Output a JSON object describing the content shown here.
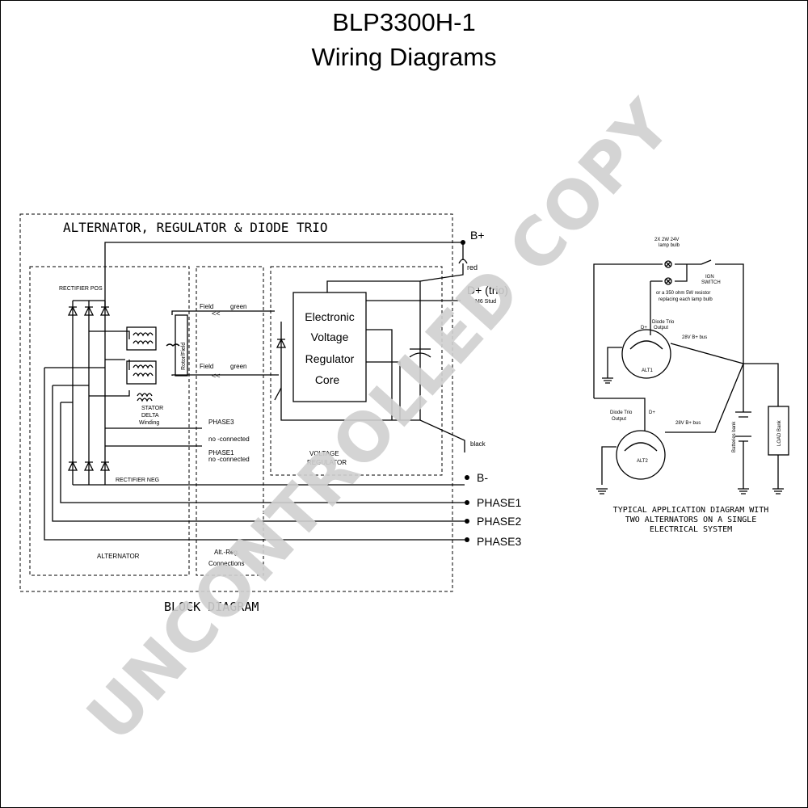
{
  "header": {
    "model": "BLP3300H-1",
    "subtitle": "Wiring Diagrams"
  },
  "watermark": "UNCONTROLLED COPY",
  "block_diagram": {
    "section_title": "ALTERNATOR, REGULATOR & DIODE TRIO",
    "caption": "BLOCK DIAGRAM",
    "rectifier_pos": "RECTIFIER POS",
    "rectifier_neg": "RECTIFIER NEG",
    "stator": [
      "STATOR",
      "DELTA",
      "Winding"
    ],
    "rotor_field": "Rotor/Field",
    "field_top": "Field",
    "green_top": "green",
    "field_bottom": "Field",
    "green_bottom": "green",
    "phase3_label": "PHASE3",
    "no_connected": "no -connected",
    "phase1_label": "PHASE1",
    "no_connected2": "no -connected",
    "regulator_core": [
      "Electronic",
      "Voltage",
      "Regulator",
      "Core"
    ],
    "voltage_regulator": [
      "VOLTAGE",
      "REGULATOR"
    ],
    "alternator_label": "ALTERNATOR",
    "alt_reg": [
      "Alt.-Reg.",
      "Connections"
    ],
    "terminals": {
      "b_plus": "B+",
      "red": "red",
      "d_plus": "D+ (trio)",
      "m6": "M6 Stud",
      "black": "black",
      "b_minus": "B-",
      "phase1": "PHASE1",
      "phase2": "PHASE2",
      "phase3": "PHASE3"
    }
  },
  "application": {
    "lamp_bulb": [
      "2X 2W 24V",
      "lamp bulb"
    ],
    "ign_switch": [
      "IGN",
      "SWITCH"
    ],
    "resistor_note": [
      "or a 350 ohm 5W resistor",
      "replacing each lamp bulb"
    ],
    "diode_trio_1": [
      "Diode Trio",
      "Output"
    ],
    "d_plus_1": "D+",
    "bus_1": "28V B+ bus",
    "alt1": "ALT1",
    "diode_trio_2": [
      "Diode Trio",
      "Output"
    ],
    "d_plus_2": "D+",
    "bus_2": "28V B+ bus",
    "alt2": "ALT2",
    "batteries": "Batteries bank",
    "load": "LOAD Bank",
    "caption": [
      "TYPICAL APPLICATION DIAGRAM WITH",
      "TWO ALTERNATORS ON A SINGLE",
      "ELECTRICAL SYSTEM"
    ]
  }
}
